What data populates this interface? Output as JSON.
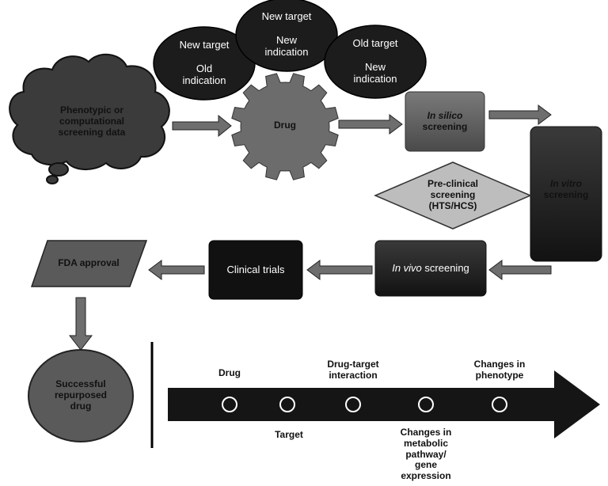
{
  "nodes": {
    "cloud": "Phenotypic or\ncomputational\nscreening data",
    "drug": "Drug",
    "ellipse_left": "New target\n\nOld\nindication",
    "ellipse_center": "New target\n\nNew\nindication",
    "ellipse_right": "Old target\n\nNew\nindication",
    "in_silico_em": "In silico",
    "in_silico_rest": "screening",
    "in_vitro_em": "In vitro",
    "in_vitro_rest": "screening",
    "preclinical": "Pre-clinical\nscreening\n(HTS/HCS)",
    "in_vivo_em": "In vivo",
    "in_vivo_rest": " screening",
    "clinical_trials": "Clinical trials",
    "fda_approval": "FDA approval",
    "successful": "Successful\nrepurposed\ndrug"
  },
  "timeline": {
    "above": [
      "Drug",
      "Drug-target\ninteraction",
      "Changes in\nphenotype"
    ],
    "below": [
      "Target",
      "Changes in\nmetabolic\npathway/\ngene\nexpression"
    ]
  },
  "colors": {
    "dark": "#1c1c1c",
    "medium": "#5a5a5a",
    "gear": "#6c6c6c",
    "light": "#bdbdbd",
    "arrow": "#6e6e6e"
  }
}
